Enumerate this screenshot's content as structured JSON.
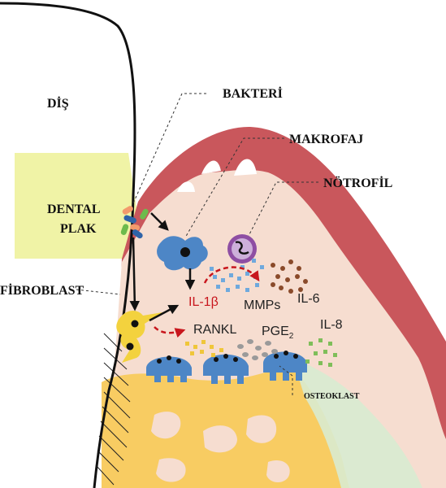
{
  "labels": {
    "tooth": "DİŞ",
    "bacteria": "BAKTERİ",
    "macrophage": "MAKROFAJ",
    "neutrophil": "NÖTROFİL",
    "dental_plaque_line1": "DENTAL",
    "dental_plaque_line2": "PLAK",
    "fibroblast": "FİBROBLAST",
    "osteoclast": "OSTEOKLAST"
  },
  "mediators": {
    "il1b": "IL-1β",
    "mmps": "MMPs",
    "il6": "IL-6",
    "rankl": "RANKL",
    "pge2_base": "PGE",
    "pge2_sub": "2",
    "il8": "IL-8"
  },
  "colors": {
    "gingiva_outer": "#c9575c",
    "gingiva_inner": "#f6ddd0",
    "bone": "#f8cc62",
    "plaque": "#f0f3a6",
    "macrophage": "#4d86c6",
    "osteoclast": "#4d86c6",
    "neutrophil": "#8e4ea3",
    "fibroblast": "#f3d23e",
    "cytokine_red": "#c8161d",
    "il8_green": "#7fbe5a",
    "il6_brown": "#8a4a2a",
    "mmp_blue": "#6fa9dd"
  }
}
